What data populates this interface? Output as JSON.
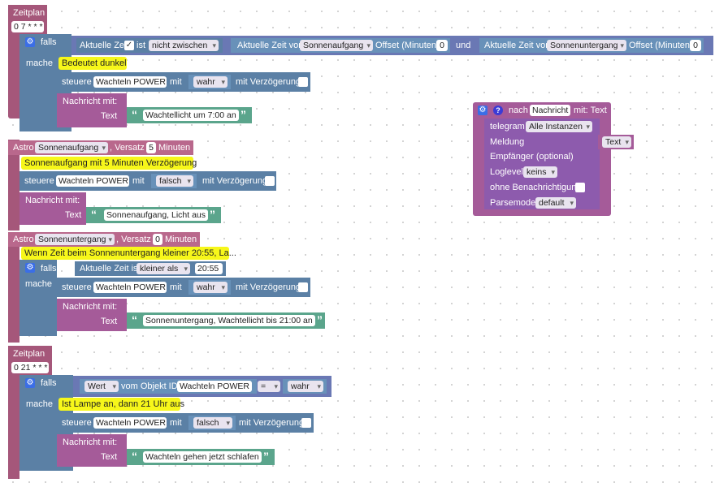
{
  "schedule1": {
    "title": "Zeitplan",
    "cron": "0 7 * * *",
    "if_label": "falls",
    "do_label": "mache",
    "cond": {
      "time_label": "Aktuelle Zeit",
      "is_label": "ist",
      "operator": "nicht zwischen",
      "sunrise_prefix": "Aktuelle Zeit von",
      "sunrise": "Sonnenaufgang",
      "offset_label": "Offset (Minuten)",
      "offset_value": "0",
      "and_label": "und",
      "sunset_prefix": "Aktuelle Zeit von",
      "sunset": "Sonnenuntergang",
      "offset2_label": "Offset (Minuten)",
      "offset2_value": "0"
    },
    "comment": "Bedeutet dunkel",
    "control": {
      "label": "steuere",
      "target": "Wachteln POWER",
      "with": "mit",
      "value": "wahr",
      "delay": "mit Verzögerung"
    },
    "message": {
      "label": "Nachricht mit:",
      "text_label": "Text",
      "text": "Wachtellicht um 7:00 an"
    }
  },
  "astro1": {
    "label": "Astro",
    "event": "Sonnenaufgang",
    "offset_label": ", Versatz",
    "offset": "5",
    "unit": "Minuten",
    "comment": "Sonnenaufgang mit 5 Minuten Verzögerung",
    "control": {
      "label": "steuere",
      "target": "Wachteln POWER",
      "with": "mit",
      "value": "falsch",
      "delay": "mit Verzögerung"
    },
    "message": {
      "label": "Nachricht mit:",
      "text_label": "Text",
      "text": "Sonnenaufgang, Licht aus"
    }
  },
  "astro2": {
    "label": "Astro",
    "event": "Sonnenuntergang",
    "offset_label": ", Versatz",
    "offset": "0",
    "unit": "Minuten",
    "comment": "Wenn Zeit beim Sonnenuntergang kleiner 20:55, La...",
    "if_label": "falls",
    "do_label": "mache",
    "cond": {
      "time_label": "Aktuelle Zeit ist",
      "operator": "kleiner als",
      "value": "20:55"
    },
    "control": {
      "label": "steuere",
      "target": "Wachteln POWER",
      "with": "mit",
      "value": "wahr",
      "delay": "mit Verzögerung"
    },
    "message": {
      "label": "Nachricht mit:",
      "text_label": "Text",
      "text": "Sonnenuntergang, Wachtellicht bis 21:00 an"
    }
  },
  "schedule2": {
    "title": "Zeitplan",
    "cron": "0 21 * * *",
    "if_label": "falls",
    "do_label": "mache",
    "cond": {
      "attr": "Wert",
      "from_label": "vom Objekt ID",
      "object": "Wachteln POWER",
      "operator": "=",
      "value": "wahr"
    },
    "comment": "Ist Lampe an, dann 21 Uhr aus",
    "control": {
      "label": "steuere",
      "target": "Wachteln POWER",
      "with": "mit",
      "value": "falsch",
      "delay": "mit Verzögerung"
    },
    "message": {
      "label": "Nachricht mit:",
      "text_label": "Text",
      "text": "Wachteln gehen jetzt schlafen"
    }
  },
  "func": {
    "after_label": "nach",
    "name": "Nachricht",
    "with_label": "mit: Text",
    "telegram_label": "telegram",
    "instance": "Alle Instanzen",
    "message_label": "Meldung",
    "message_value": "Text",
    "recipient_label": "Empfänger (optional)",
    "loglevel_label": "Loglevel",
    "loglevel": "keins",
    "silent_label": "ohne Benachrichtigung",
    "parse_label": "Parsemode",
    "parse_value": "default"
  },
  "colors": {
    "event": "#a5577a",
    "logic": "#5b80a5",
    "function": "#a55b99",
    "text": "#5ba58c",
    "comment": "#f7f71a"
  }
}
